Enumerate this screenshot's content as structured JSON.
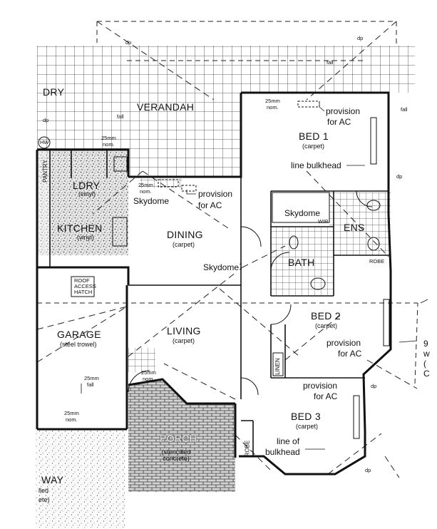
{
  "rooms": {
    "verandah": "VERANDAH",
    "dry_outdoor": "DRY",
    "bed1": "BED 1",
    "bed1_floor": "(carpet)",
    "ldry": "LDRY",
    "ldry_floor": "(vinyl)",
    "kitchen": "KITCHEN",
    "kitchen_floor": "(vinyl)",
    "dining": "DINING",
    "dining_floor": "(carpet)",
    "living": "LIVING",
    "living_floor": "(carpet)",
    "garage": "GARAGE",
    "garage_floor": "(steel trowel)",
    "bed2": "BED 2",
    "bed2_floor": "(carpet)",
    "bed3": "BED 3",
    "bed3_floor": "(carpet)",
    "bath": "BATH",
    "ens": "ENS",
    "wir": "WIR",
    "porch": "PORCH",
    "porch_floor": "(stencilled concrete)",
    "driveway": "WAY",
    "driveway_floor_a": "lled",
    "driveway_floor_b": "ete)"
  },
  "notes": {
    "provision_bed1_a": "provision",
    "provision_bed1_b": "for AC",
    "line_bulkhead": "line bulkhead",
    "provision_dining_a": "provision",
    "provision_dining_b": "for AC",
    "skydome_dining": "Skydome",
    "skydome_wir": "Skydome",
    "skydome_bath": "Skydome",
    "provision_bed2_a": "provision",
    "provision_bed2_b": "for AC",
    "provision_bed3_a": "provision",
    "provision_bed3_b": "for AC",
    "line_of_bulkhead_a": "line of",
    "line_of_bulkhead_b": "bulkhead",
    "roof_access_a": "ROOF",
    "roof_access_b": "ACCESS",
    "roof_access_c": "HATCH",
    "linen": "LINEN",
    "pantry": "PANTRY",
    "robe_ens": "ROBE",
    "robe_bed3": "ROBE",
    "hw": "HW",
    "mm_bed1_a": "25mm",
    "mm_bed1_b": "nom.",
    "mm_ldry_a": "25mm",
    "mm_ldry_b": "nom.",
    "mm_dining_a": "25mm",
    "mm_dining_b": "nom.",
    "mm_garage_fall_a": "25mm",
    "mm_garage_fall_b": "fall",
    "mm_garage_nom_a": "25mm",
    "mm_garage_nom_b": "nom.",
    "mm_porch_a": "25mm",
    "mm_porch_b": "nom.",
    "dp": "dp",
    "fall": "fall",
    "right_edge_a": "9",
    "right_edge_b": "w",
    "right_edge_c": "(",
    "right_edge_d": "C"
  }
}
